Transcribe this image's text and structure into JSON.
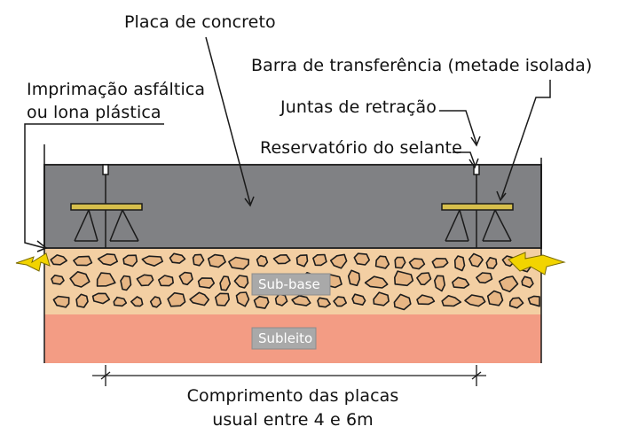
{
  "labels": {
    "slab": "Placa de concreto",
    "primer_line1": "Imprimação asfáltica",
    "primer_line2": "ou lona plástica",
    "dowel_bar": "Barra de transferência (metade isolada)",
    "joints": "Juntas de retração",
    "reservoir": "Reservatório do selante",
    "subbase": "Sub-base",
    "subgrade": "Subleito",
    "length_line1": "Comprimento das placas",
    "length_line2": "usual entre 4 e 6m"
  },
  "colors": {
    "slab": "#7e7f81",
    "slab_border": "#2b2b2b",
    "subbase_fill": "#f0c89a",
    "subbase_stones": "#e9b98a",
    "subgrade": "#f39c84",
    "dowel_bar": "#d7bf4c",
    "crack_bolt": "#f2d400",
    "label_box": "#a8a8a8"
  }
}
